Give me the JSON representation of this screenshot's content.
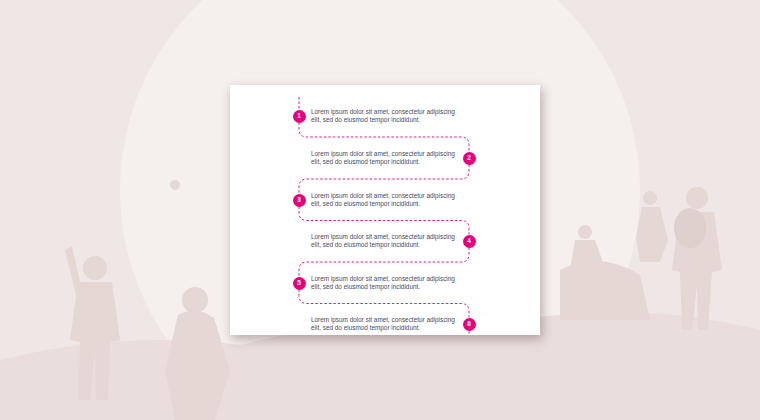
{
  "diagram": {
    "nodes": [
      {
        "text": [
          "1"
        ]
      },
      {
        "text": [
          "2"
        ]
      },
      {
        "text": [
          "3"
        ]
      },
      {
        "text": [
          "4"
        ]
      },
      {
        "text": [
          "5"
        ]
      },
      {
        "text": [
          "6"
        ]
      }
    ],
    "edges": [
      {
        "from": 0,
        "to": 1,
        "arrow": "none"
      },
      {
        "from": 1,
        "to": 2,
        "arrow": "none"
      },
      {
        "from": 2,
        "to": 3,
        "arrow": "none"
      },
      {
        "from": 3,
        "to": 4,
        "arrow": "none"
      },
      {
        "from": 4,
        "to": 5,
        "arrow": "none"
      }
    ],
    "labels": [
      "Lorem ipsum dolor sit amet, consectetur adipiscing elit, sed do eiusmod tempor incididunt.",
      "Lorem ipsum dolor sit amet, consectetur adipiscing elit, sed do eiusmod tempor incididunt.",
      "Lorem ipsum dolor sit amet, consectetur adipiscing elit, sed do eiusmod tempor incididunt.",
      "Lorem ipsum dolor sit amet, consectetur adipiscing elit, sed do eiusmod tempor incididunt.",
      "Lorem ipsum dolor sit amet, consectetur adipiscing elit, sed do eiusmod tempor incididunt.",
      "Lorem ipsum dolor sit amet, consectetur adipiscing elit, sed do eiusmod tempor incididunt."
    ]
  }
}
